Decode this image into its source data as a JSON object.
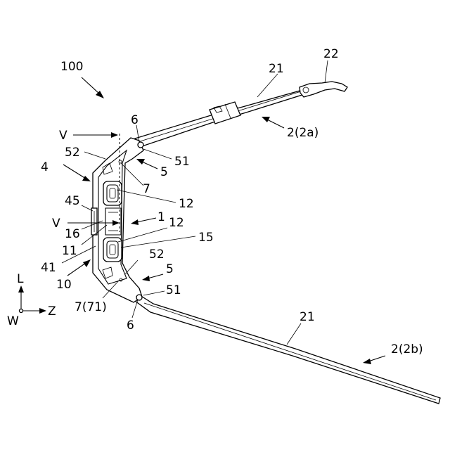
{
  "labels": {
    "l100": "100",
    "l22": "22",
    "l21_top": "21",
    "l2a": "2(2a)",
    "l6_top": "6",
    "lV_top": "V",
    "l52_top": "52",
    "l51_top": "51",
    "l4": "4",
    "l5_top": "5",
    "l7": "7",
    "l12_top": "12",
    "l45": "45",
    "l1": "1",
    "lV_mid": "V",
    "l16": "16",
    "l12_mid": "12",
    "l11": "11",
    "l15": "15",
    "l52_bot": "52",
    "l41": "41",
    "l5_bot": "5",
    "l10": "10",
    "l51_bot": "51",
    "l7_71": "7(71)",
    "l6_bot": "6",
    "l21_bot": "21",
    "l2b": "2(2b)",
    "axis_L": "L",
    "axis_W": "W",
    "axis_Z": "Z"
  }
}
